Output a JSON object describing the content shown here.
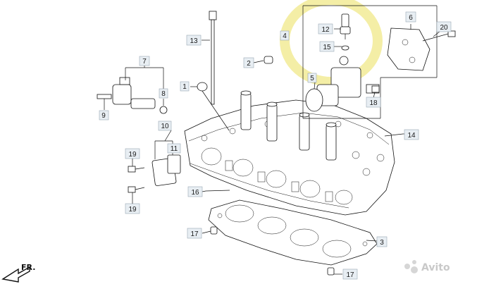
{
  "diagram": {
    "callouts": [
      {
        "id": "c1",
        "text": "1"
      },
      {
        "id": "c2",
        "text": "2"
      },
      {
        "id": "c3",
        "text": "3"
      },
      {
        "id": "c4",
        "text": "4"
      },
      {
        "id": "c5",
        "text": "5"
      },
      {
        "id": "c6",
        "text": "6"
      },
      {
        "id": "c7",
        "text": "7"
      },
      {
        "id": "c8",
        "text": "8"
      },
      {
        "id": "c9",
        "text": "9"
      },
      {
        "id": "c10",
        "text": "10"
      },
      {
        "id": "c11",
        "text": "11"
      },
      {
        "id": "c12",
        "text": "12"
      },
      {
        "id": "c13",
        "text": "13"
      },
      {
        "id": "c14",
        "text": "14"
      },
      {
        "id": "c15",
        "text": "15"
      },
      {
        "id": "c16",
        "text": "16"
      },
      {
        "id": "c17a",
        "text": "17"
      },
      {
        "id": "c17b",
        "text": "17"
      },
      {
        "id": "c18",
        "text": "18"
      },
      {
        "id": "c19a",
        "text": "19"
      },
      {
        "id": "c19b",
        "text": "19"
      },
      {
        "id": "c20",
        "text": "20"
      }
    ],
    "front_marker": "FR.",
    "highlight_color": "#f3ec9c",
    "watermark": "Avito"
  }
}
